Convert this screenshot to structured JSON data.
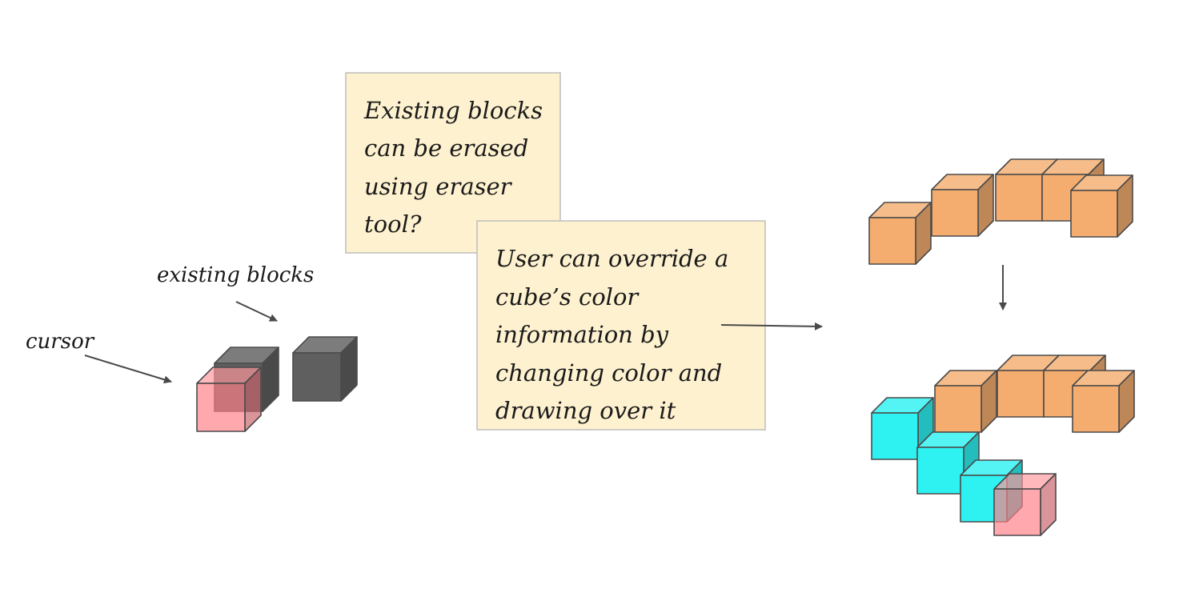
{
  "labels": {
    "existing_blocks": "existing blocks",
    "cursor": "cursor"
  },
  "notes": {
    "eraser_note": [
      "Existing blocks",
      "can be erased",
      "using eraser",
      "tool?"
    ],
    "override_note": [
      "User can override a",
      "cube’s color",
      "information by",
      "changing color and",
      "drawing over it"
    ]
  },
  "colors": {
    "note_fill": "#fdf1cf",
    "note_border": "#bdbdbd",
    "gray_cube": "#5f5f5f",
    "cursor_cube": "#ff7f86",
    "orange_cube": "#f4ad6f",
    "cyan_cube": "#2ef2f2",
    "arrow": "#4a4a4a"
  },
  "icons": {
    "cube_shape": "isometric-cube",
    "arrow_shape": "arrow"
  }
}
